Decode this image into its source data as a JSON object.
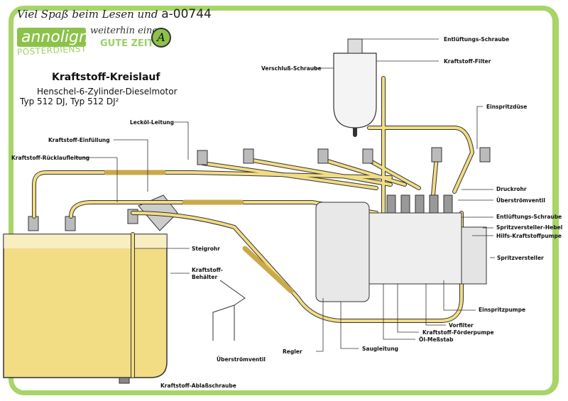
{
  "header": {
    "slogan": "Viel Spaß beim Lesen und",
    "code": "a-00744",
    "logo_text": "annoligno",
    "logo_sub": "POSTERDIENST",
    "slogan2": "weiterhin eine",
    "slogan3": "GUTE ZEIT",
    "badge": "A"
  },
  "diagram": {
    "title": "Kraftstoff-Kreislauf",
    "subtitle": "Henschel-6-Zylinder-Dieselmotor",
    "subtitle2": "Typ 512 DJ, Typ 512 DJ²",
    "labels": {
      "entlueftung_top": "Entlüftungs-Schraube",
      "filter": "Kraftstoff-Filter",
      "verschluss": "Verschluß-Schraube",
      "duese": "Einspritzdüse",
      "leckoel": "Lecköl-Leitung",
      "einfuellung": "Kraftstoff-Einfüllung",
      "ruecklauf": "Kraftstoff-Rücklaufleitung",
      "druckrohr": "Druckrohr",
      "ueberstrom": "Überströmventil",
      "entlueftung_pump": "Entlüftungs-Schraube",
      "hebel": "Spritzversteller-Hebel",
      "hilfspumpe": "Hilfs-Kraftstoffpumpe",
      "steigrohr": "Steigrohr",
      "behaelter_1": "Kraftstoff-",
      "behaelter_2": "Behälter",
      "spritzversteller": "Spritzversteller",
      "einspritzpumpe": "Einspritzpumpe",
      "vorfilter": "Vorfilter",
      "foerderpumpe": "Kraftstoff-Förderpumpe",
      "messstab": "Öl-Meßstab",
      "regler": "Regler",
      "saugleitung": "Saugleitung",
      "ueberstrom2": "Überströmventil",
      "ablass": "Kraftstoff-Ablaßschraube"
    }
  },
  "colors": {
    "border": "#a8d468",
    "fuel": "#f2dc84",
    "line": "#333333"
  }
}
